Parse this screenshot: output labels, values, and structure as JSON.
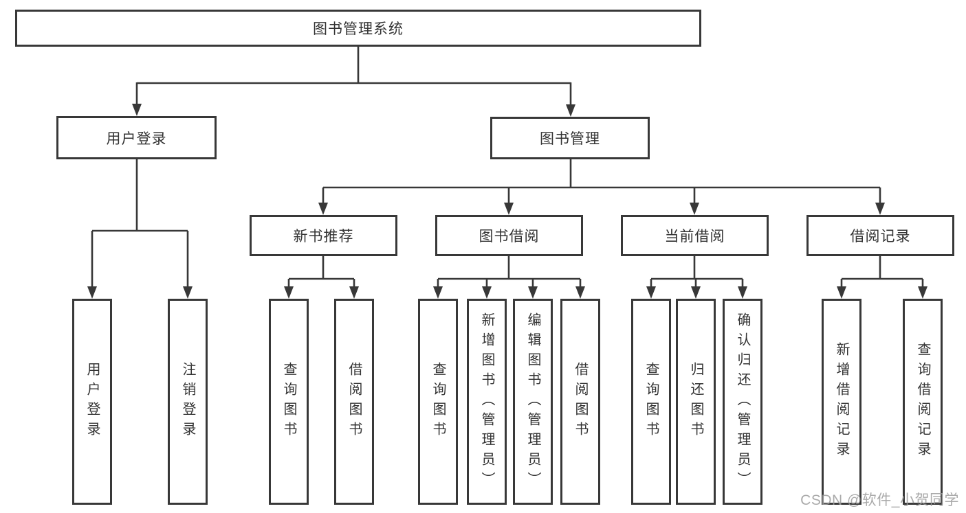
{
  "colors": {
    "line": "#383838",
    "text": "#333333",
    "background": "#ffffff",
    "watermark": "#9c9c9c"
  },
  "watermark": {
    "text": "CSDN @软件_小贺同学"
  },
  "tree": {
    "label": "图书管理系统",
    "children": [
      {
        "label": "用户登录",
        "children": [
          {
            "label": "用户登录"
          },
          {
            "label": "注销登录"
          }
        ]
      },
      {
        "label": "图书管理",
        "children": [
          {
            "label": "新书推荐",
            "children": [
              {
                "label": "查询图书"
              },
              {
                "label": "借阅图书"
              }
            ]
          },
          {
            "label": "图书借阅",
            "children": [
              {
                "label": "查询图书"
              },
              {
                "label": "新增图书（管理员）"
              },
              {
                "label": "编辑图书（管理员）"
              },
              {
                "label": "借阅图书"
              }
            ]
          },
          {
            "label": "当前借阅",
            "children": [
              {
                "label": "查询图书"
              },
              {
                "label": "归还图书"
              },
              {
                "label": "确认归还（管理员）"
              }
            ]
          },
          {
            "label": "借阅记录",
            "children": [
              {
                "label": "新增借阅记录"
              },
              {
                "label": "查询借阅记录"
              }
            ]
          }
        ]
      }
    ]
  }
}
